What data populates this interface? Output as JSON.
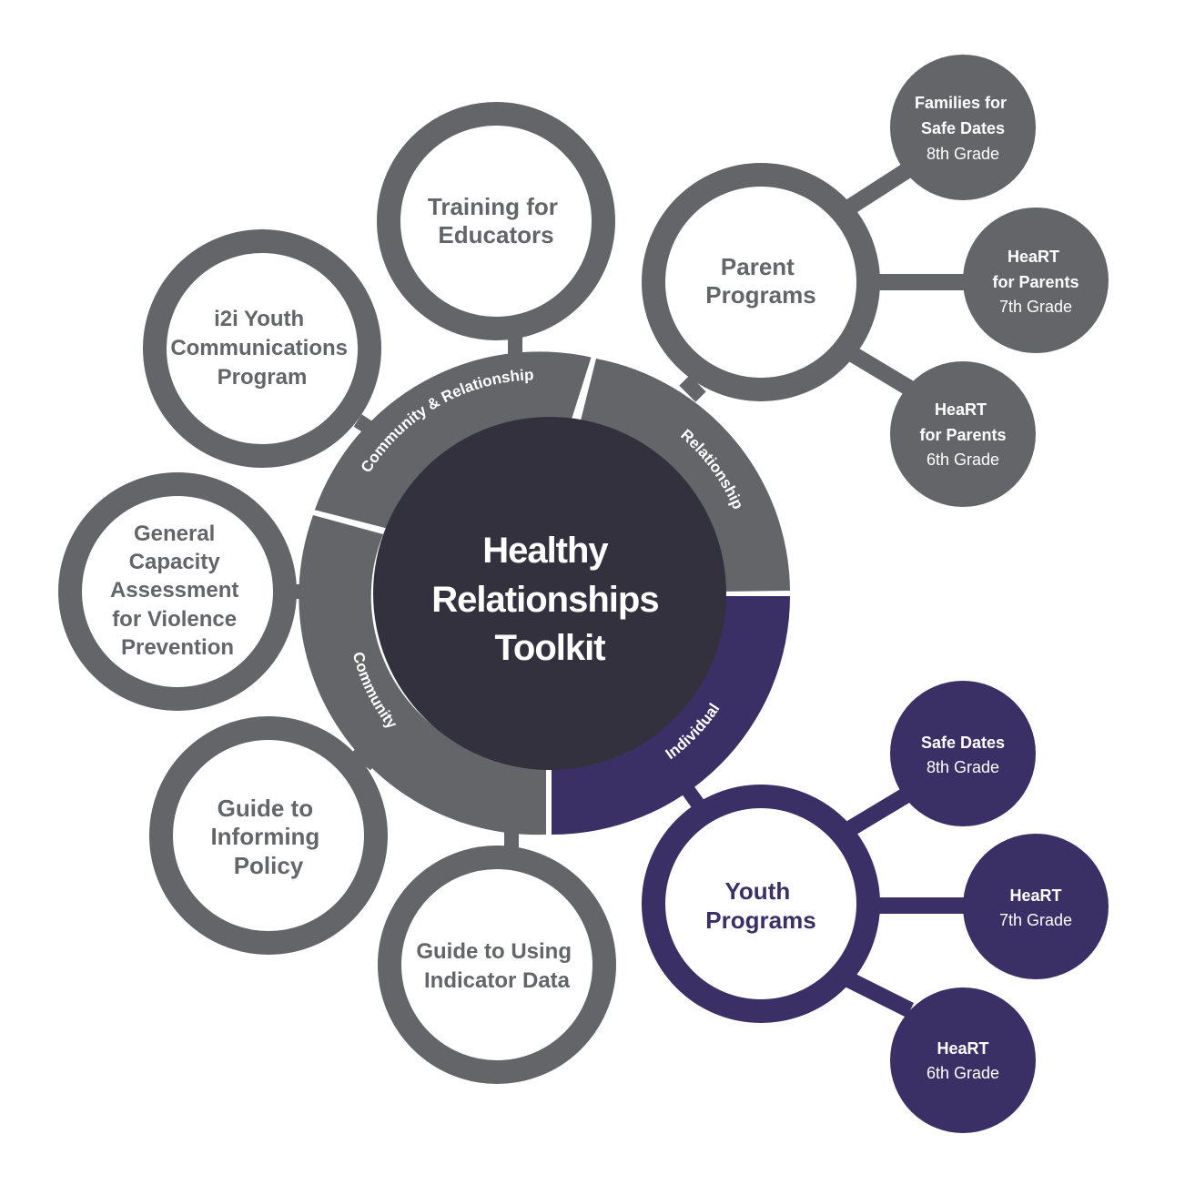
{
  "colors": {
    "gray": "#646569",
    "purple": "#3a3065",
    "center": "#33313e",
    "white": "#ffffff"
  },
  "center": {
    "line1": "Healthy",
    "line2": "Relationships",
    "line3": "Toolkit"
  },
  "ring_segments": {
    "community_relationship": "Community & Relationship",
    "relationship": "Relationship",
    "community": "Community",
    "individual": "Individual"
  },
  "community_nodes": {
    "training": {
      "line1": "Training for",
      "line2": "Educators"
    },
    "i2i": {
      "line1": "i2i Youth",
      "line2": "Communications",
      "line3": "Program"
    },
    "capacity": {
      "line1": "General",
      "line2": "Capacity",
      "line3": "Assessment",
      "line4": "for Violence",
      "line5": "Prevention"
    },
    "policy": {
      "line1": "Guide to",
      "line2": "Informing",
      "line3": "Policy"
    },
    "indicator": {
      "line1": "Guide to Using",
      "line2": "Indicator Data"
    }
  },
  "parent_programs": {
    "title1": "Parent",
    "title2": "Programs",
    "items": [
      {
        "name1": "Families for",
        "name2": "Safe Dates",
        "grade": "8th Grade"
      },
      {
        "name1": "HeaRT",
        "name2": "for Parents",
        "grade": "7th Grade"
      },
      {
        "name1": "HeaRT",
        "name2": "for Parents",
        "grade": "6th Grade"
      }
    ]
  },
  "youth_programs": {
    "title1": "Youth",
    "title2": "Programs",
    "items": [
      {
        "name1": "Safe Dates",
        "grade": "8th Grade"
      },
      {
        "name1": "HeaRT",
        "grade": "7th Grade"
      },
      {
        "name1": "HeaRT",
        "grade": "6th Grade"
      }
    ]
  }
}
